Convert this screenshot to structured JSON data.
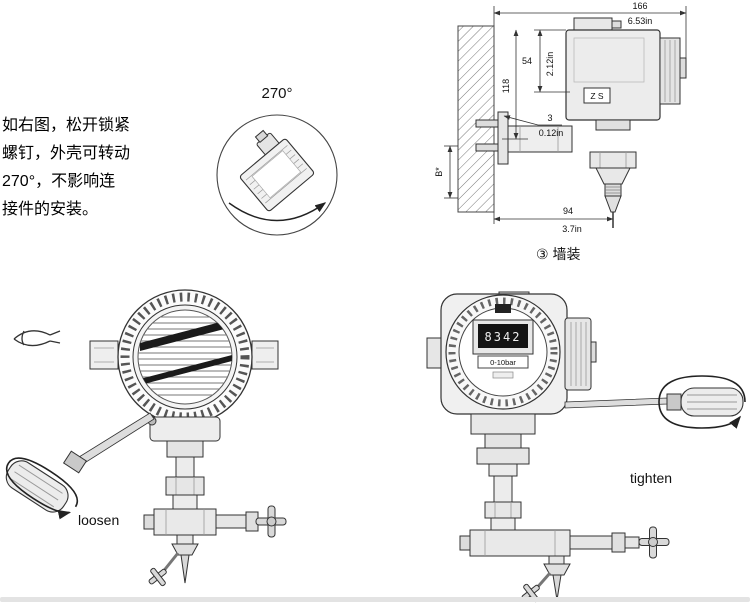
{
  "colors": {
    "line": "#333333",
    "fill_light": "#ececec",
    "lcd_bg": "#141414",
    "lcd_digits": "#efefef"
  },
  "instructions": {
    "lines": [
      "如右图，松开锁紧",
      "螺钉，外壳可转动",
      "270°，不影响连",
      "接件的安装。"
    ]
  },
  "rotation": {
    "angle_label": "270°"
  },
  "wall_mount": {
    "caption": "③ 墙装",
    "zero_span_label": "Z S",
    "dims": {
      "overall_width_mm": "166",
      "overall_width_in": "6.53in",
      "top_offset_mm": "54",
      "top_offset_in": "2.12in",
      "height_mm": "118",
      "gap_mm": "3",
      "gap_in": "0.12in",
      "mount_height": "B*",
      "depth_mm": "94",
      "depth_in": "3.7in"
    }
  },
  "adjust_left": {
    "action_label": "loosen"
  },
  "adjust_right": {
    "action_label": "tighten",
    "lcd_value": "8342",
    "range_label": "0-10bar"
  }
}
